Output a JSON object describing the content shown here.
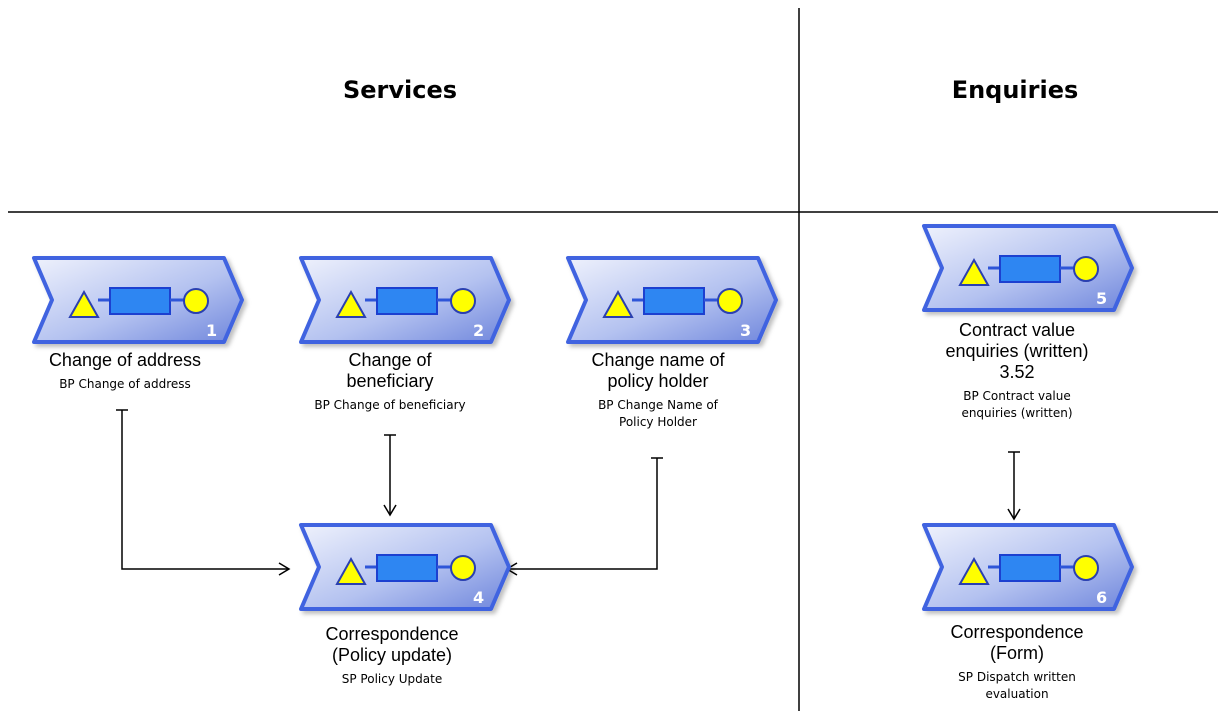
{
  "lanes": {
    "services": "Services",
    "enquiries": "Enquiries"
  },
  "processes": [
    {
      "number": "1",
      "name": "Change of address",
      "sub": "BP Change of address",
      "icon": "process-interface-icon"
    },
    {
      "number": "2",
      "name": "Change of\nbeneficiary",
      "sub": "BP Change of beneficiary",
      "icon": "process-interface-icon"
    },
    {
      "number": "3",
      "name": "Change name of\npolicy holder",
      "sub": "BP Change Name of\nPolicy Holder",
      "icon": "process-interface-icon"
    },
    {
      "number": "4",
      "name": "Correspondence\n(Policy update)",
      "sub": "SP Policy Update",
      "icon": "process-interface-icon"
    },
    {
      "number": "5",
      "name": "Contract value\nenquiries (written)\n3.52",
      "sub": "BP Contract value\nenquiries (written)",
      "icon": "process-interface-icon"
    },
    {
      "number": "6",
      "name": "Correspondence\n(Form)",
      "sub": "SP Dispatch written\nevaluation",
      "icon": "process-interface-icon"
    }
  ],
  "connections": [
    {
      "from": "1",
      "to": "4"
    },
    {
      "from": "2",
      "to": "4"
    },
    {
      "from": "3",
      "to": "4"
    },
    {
      "from": "5",
      "to": "6"
    }
  ],
  "colors": {
    "shape_fill_light": "#e4e9fb",
    "shape_fill_dark": "#7d93e0",
    "shape_border": "#3f63e0",
    "inner_box": "#2f86f2",
    "triangle": "#ffff00",
    "circle": "#ffff00"
  }
}
